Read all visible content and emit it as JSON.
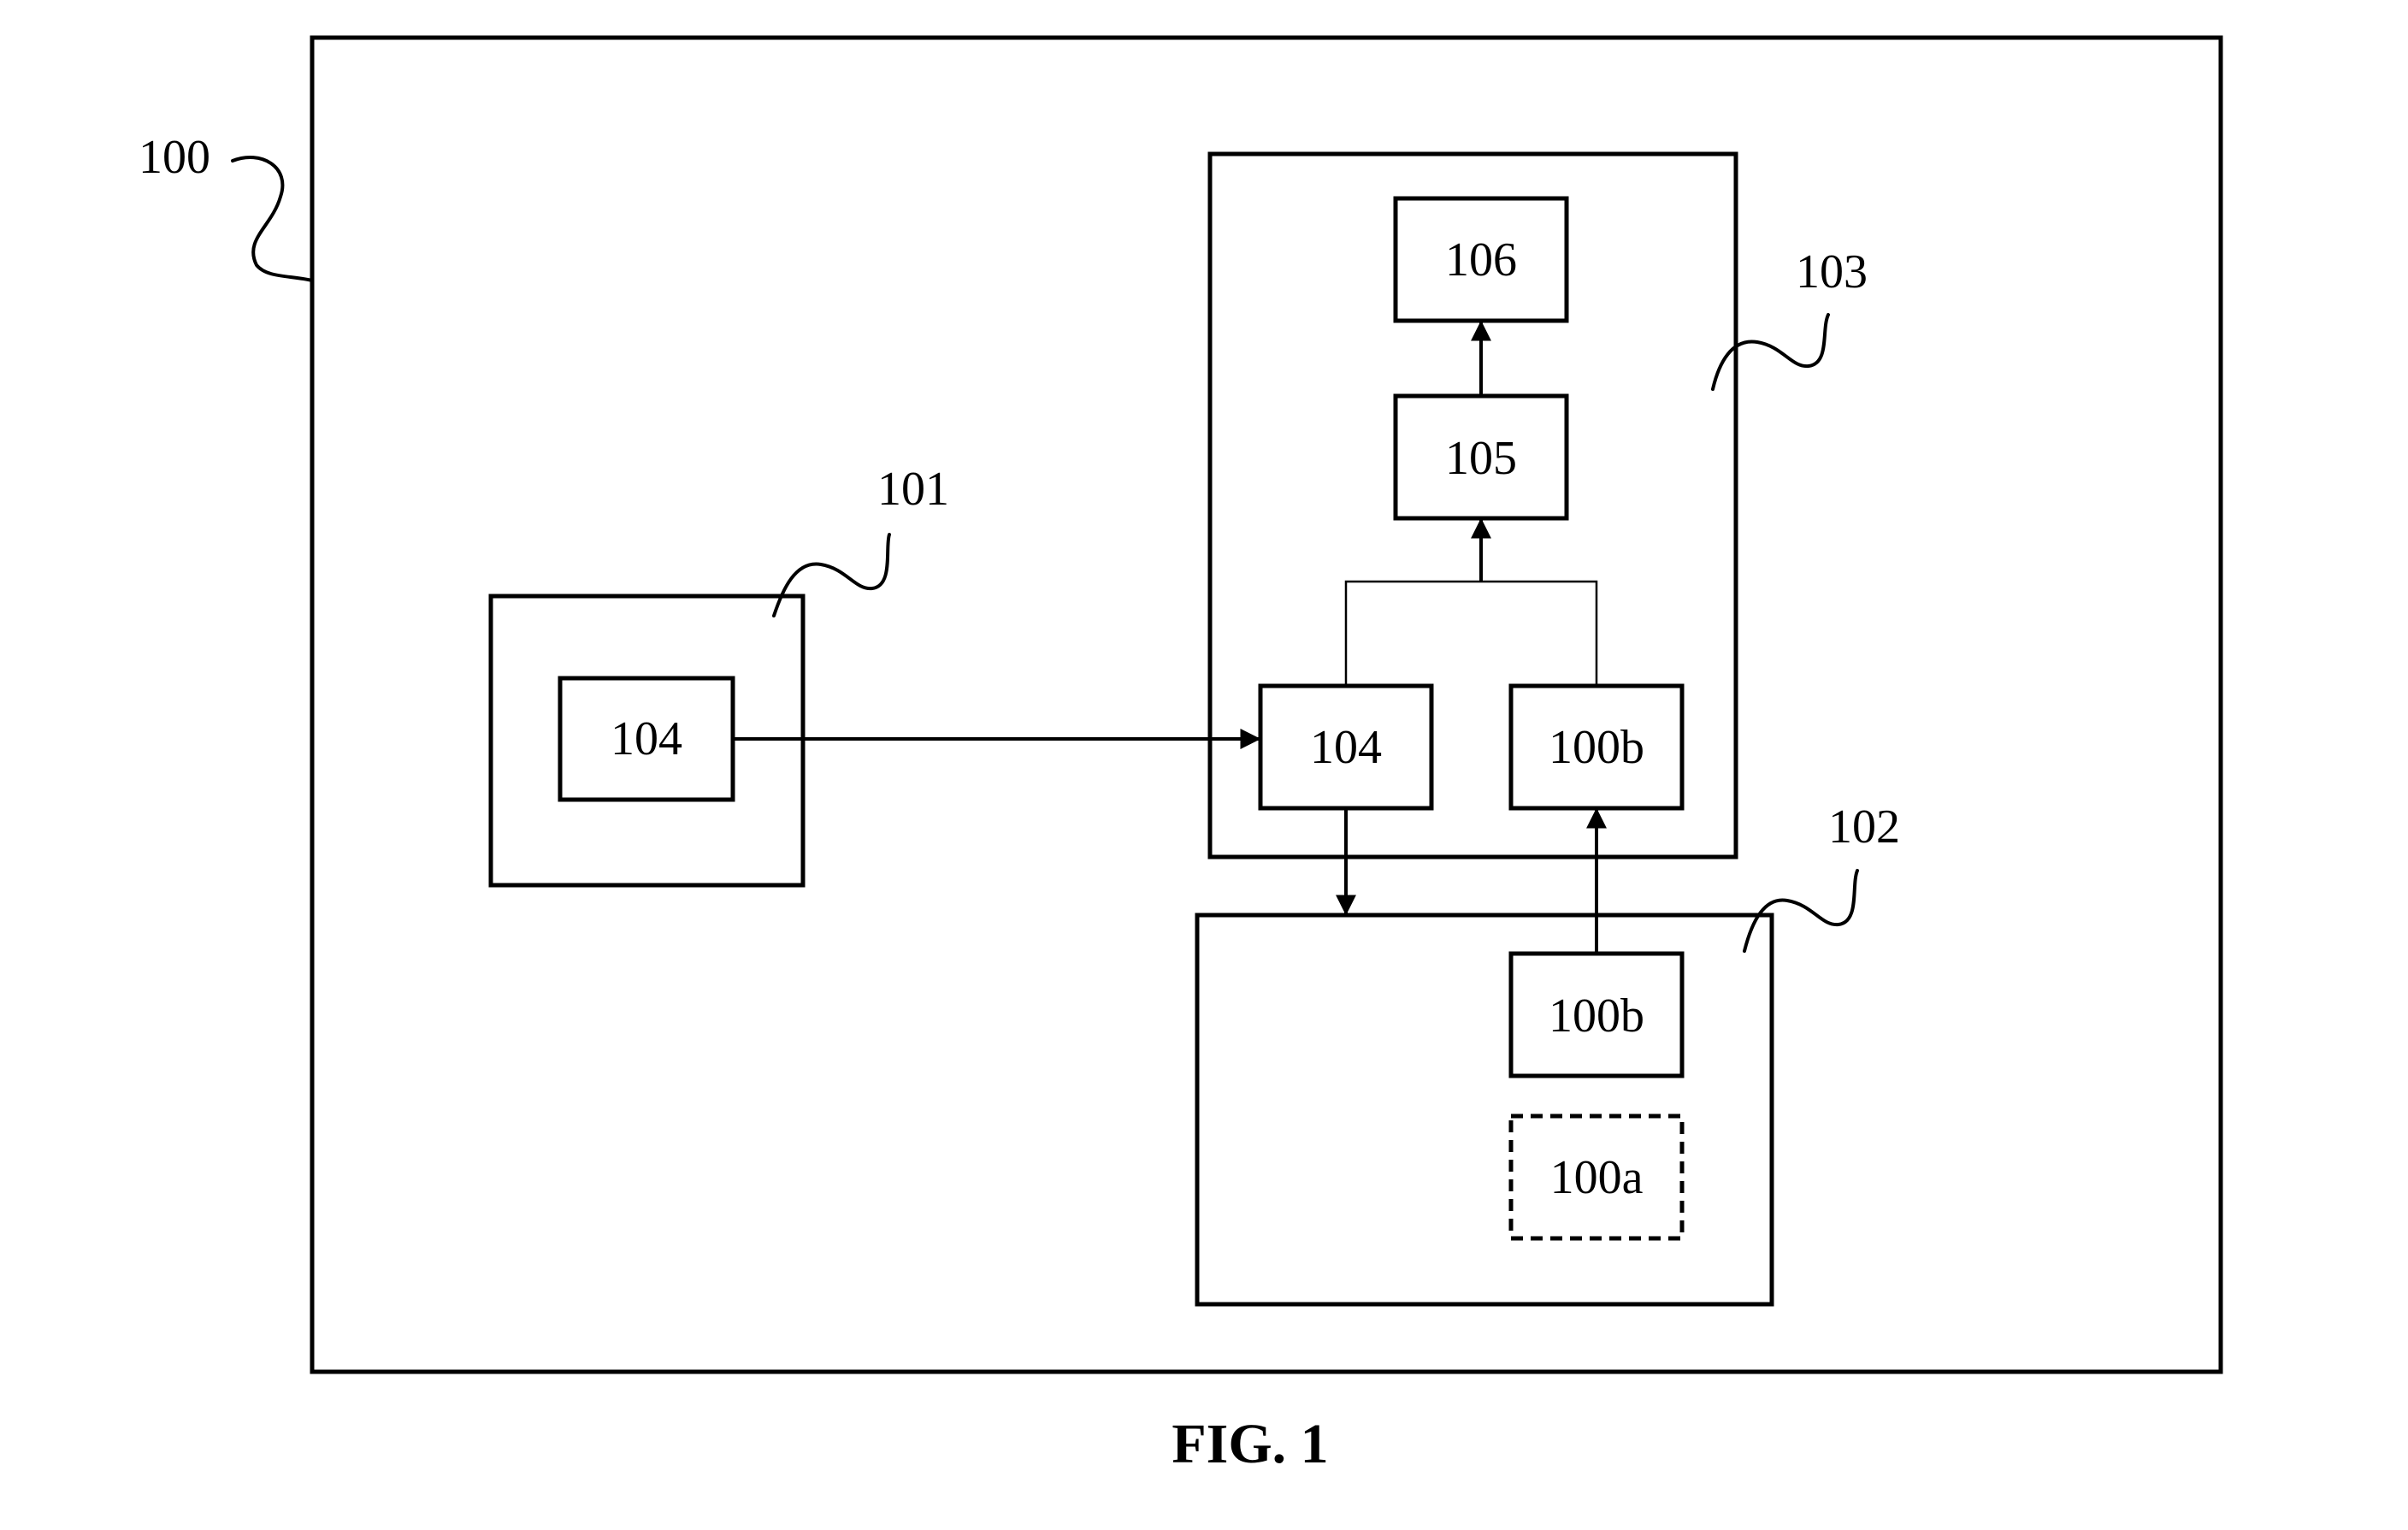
{
  "figure": {
    "caption": "FIG. 1",
    "reference_labels": {
      "outer": "100",
      "module_101": "101",
      "module_102": "102",
      "module_103": "103"
    },
    "blocks": {
      "m101_inner": "104",
      "m103_top": "106",
      "m103_mid": "105",
      "m103_left": "104",
      "m103_right": "100b",
      "m102_upper": "100b",
      "m102_lower": "100a"
    },
    "colors": {
      "line": "#000000",
      "background": "#ffffff"
    }
  }
}
